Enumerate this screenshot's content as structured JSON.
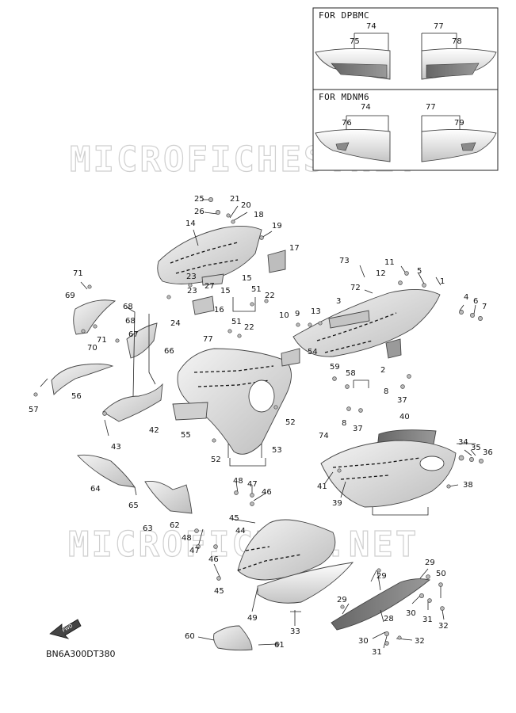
{
  "watermark": "MICROFICHES.NET",
  "inset": {
    "panel_top": {
      "title": "FOR DPBMC",
      "labels": [
        "74",
        "75",
        "77",
        "78"
      ]
    },
    "panel_bottom": {
      "title": "FOR MDNM6",
      "labels": [
        "74",
        "76",
        "77",
        "79"
      ]
    }
  },
  "direction_badge": "FWD",
  "diagram_code": "BN6A300DT380",
  "colors": {
    "line": "#222222",
    "part_fill": "#e2e2e2",
    "watermark": "#cfcfcf"
  }
}
